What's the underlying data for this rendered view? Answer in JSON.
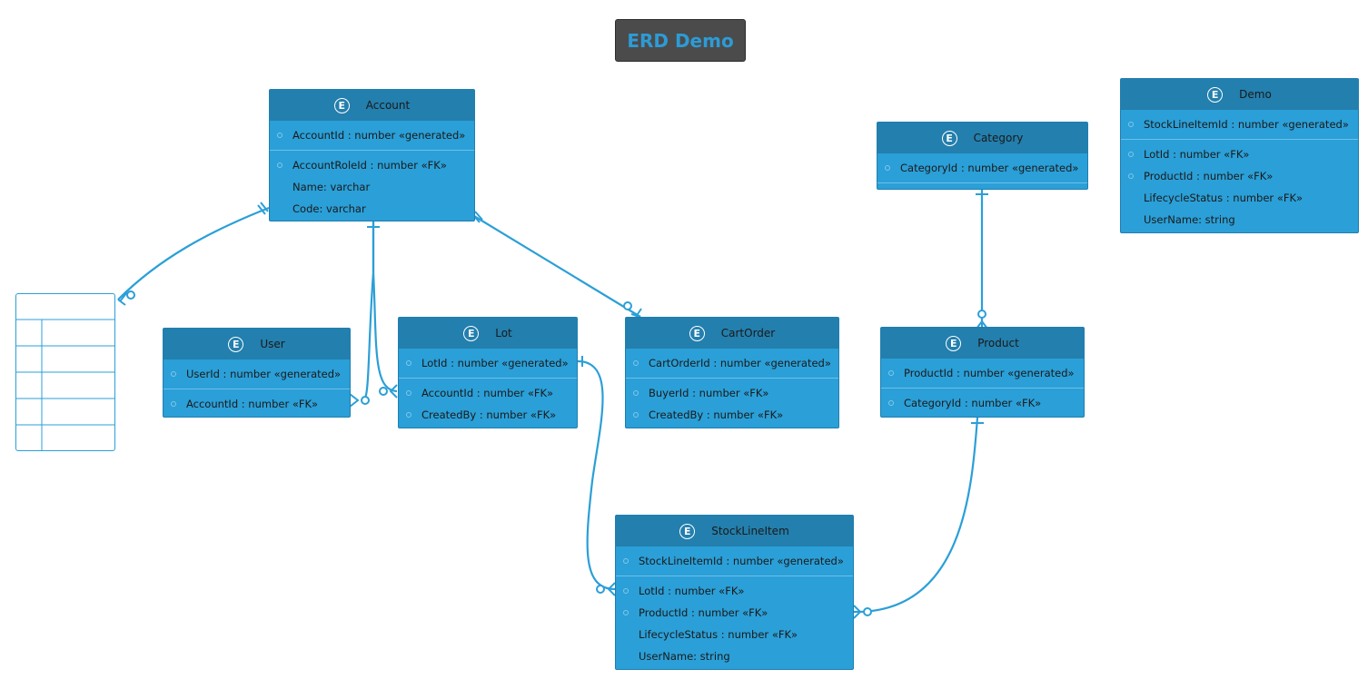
{
  "title": "ERD Demo",
  "entities": {
    "account": {
      "badge": "E",
      "name": "Account",
      "keys": [
        "AccountId : number «generated»"
      ],
      "fields": [
        {
          "text": "AccountRoleId : number «FK»",
          "dot": true
        },
        {
          "text": "Name: varchar",
          "dot": false
        },
        {
          "text": "Code: varchar",
          "dot": false
        }
      ]
    },
    "user": {
      "badge": "E",
      "name": "User",
      "keys": [
        "UserId : number «generated»"
      ],
      "fields": [
        {
          "text": "AccountId : number «FK»",
          "dot": true
        }
      ]
    },
    "lot": {
      "badge": "E",
      "name": "Lot",
      "keys": [
        "LotId : number «generated»"
      ],
      "fields": [
        {
          "text": "AccountId : number «FK»",
          "dot": true
        },
        {
          "text": "CreatedBy : number «FK»",
          "dot": true
        }
      ]
    },
    "cartorder": {
      "badge": "E",
      "name": "CartOrder",
      "keys": [
        "CartOrderId : number «generated»"
      ],
      "fields": [
        {
          "text": "BuyerId : number «FK»",
          "dot": true
        },
        {
          "text": "CreatedBy : number «FK»",
          "dot": true
        }
      ]
    },
    "category": {
      "badge": "E",
      "name": "Category",
      "keys": [
        "CategoryId : number «generated»"
      ],
      "fields": []
    },
    "product": {
      "badge": "E",
      "name": "Product",
      "keys": [
        "ProductId : number «generated»"
      ],
      "fields": [
        {
          "text": "CategoryId : number «FK»",
          "dot": true
        }
      ]
    },
    "stocklineitem": {
      "badge": "E",
      "name": "StockLineItem",
      "keys": [
        "StockLineItemId : number «generated»"
      ],
      "fields": [
        {
          "text": "LotId : number «FK»",
          "dot": true
        },
        {
          "text": "ProductId : number «FK»",
          "dot": true
        },
        {
          "text": "LifecycleStatus : number «FK»",
          "dot": false
        },
        {
          "text": "UserName: string",
          "dot": false
        }
      ]
    },
    "demo": {
      "badge": "E",
      "name": "Demo",
      "keys": [
        "StockLineItemId : number «generated»"
      ],
      "fields": [
        {
          "text": "LotId : number «FK»",
          "dot": true
        },
        {
          "text": "ProductId : number «FK»",
          "dot": true
        },
        {
          "text": "LifecycleStatus : number «FK»",
          "dot": false
        },
        {
          "text": "UserName: string",
          "dot": false
        }
      ]
    }
  },
  "colors": {
    "entity_fill": "#2b9fd7",
    "entity_header": "#237fad",
    "link": "#2b9fd7",
    "title_bg": "#4b4b4b"
  }
}
